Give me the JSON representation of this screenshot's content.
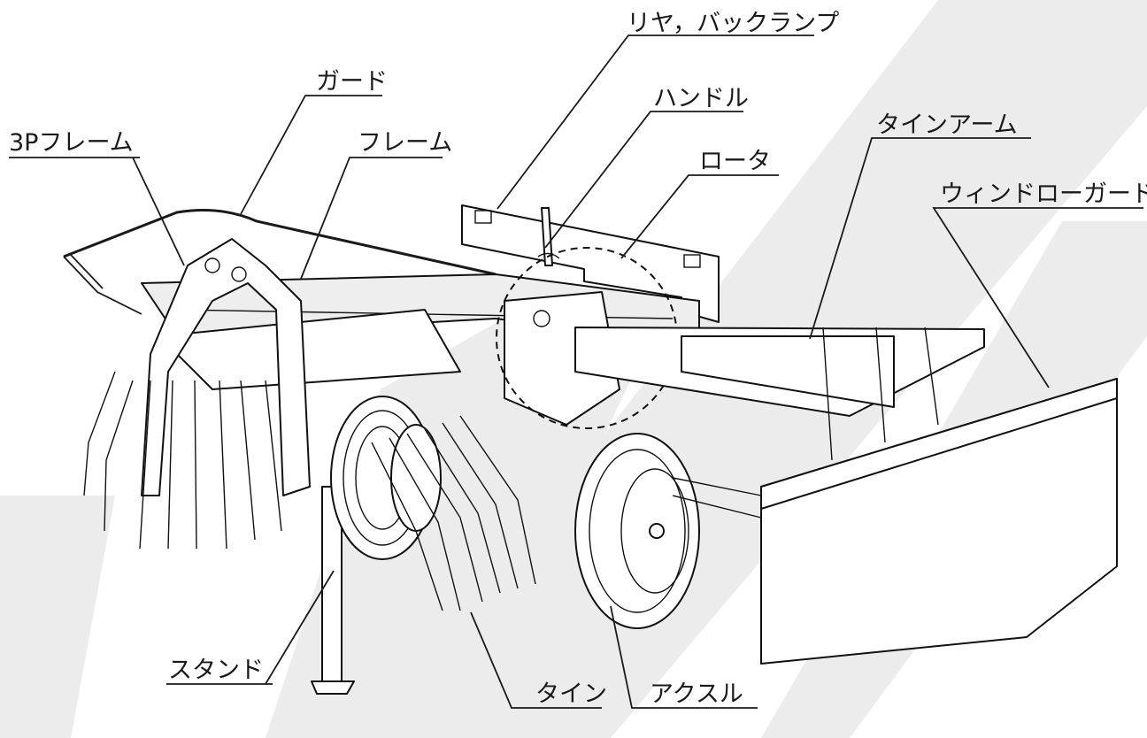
{
  "labels": {
    "rear_backlamp": "リヤ，バックランプ",
    "guard": "ガード",
    "handle": "ハンドル",
    "tine_arm": "タインアーム",
    "three_p_frame": "3Pフレーム",
    "frame": "フレーム",
    "rotor": "ロータ",
    "windrow_guard": "ウィンドローガード",
    "stand": "スタンド",
    "tine": "タイン",
    "axle": "アクスル"
  }
}
